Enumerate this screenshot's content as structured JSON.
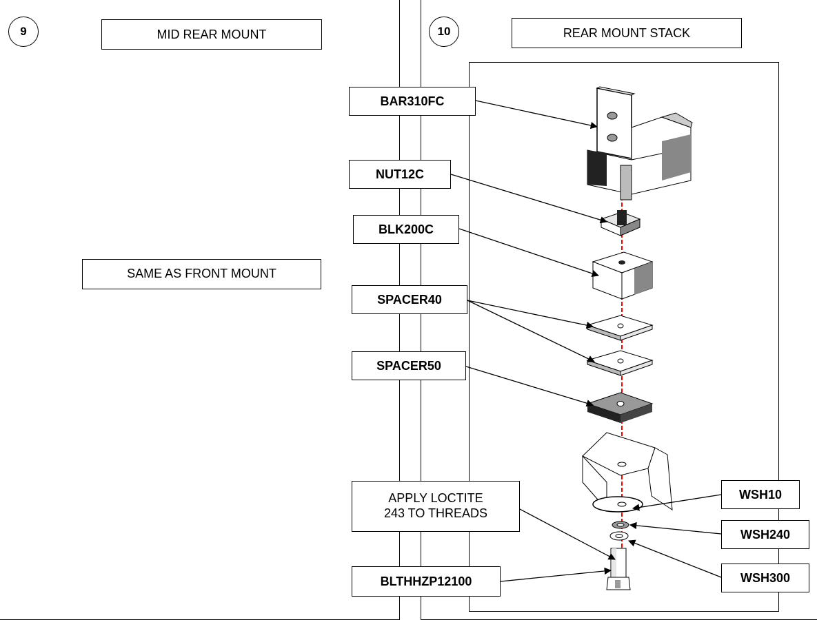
{
  "step9": {
    "number": "9",
    "title": "MID REAR MOUNT",
    "note": "SAME AS FRONT MOUNT"
  },
  "step10": {
    "number": "10",
    "title": "REAR MOUNT STACK",
    "note": "APPLY LOCTITE\n243 TO THREADS"
  },
  "parts": {
    "bar": "BAR310FC",
    "nut": "NUT12C",
    "block": "BLK200C",
    "spacer40": "SPACER40",
    "spacer50": "SPACER50",
    "bolt": "BLTHHZP12100",
    "wsh10": "WSH10",
    "wsh240": "WSH240",
    "wsh300": "WSH300"
  },
  "colors": {
    "axis_line": "#ff0000",
    "part_dark": "#222222",
    "part_mid": "#888888",
    "part_light": "#e6e6e6"
  }
}
